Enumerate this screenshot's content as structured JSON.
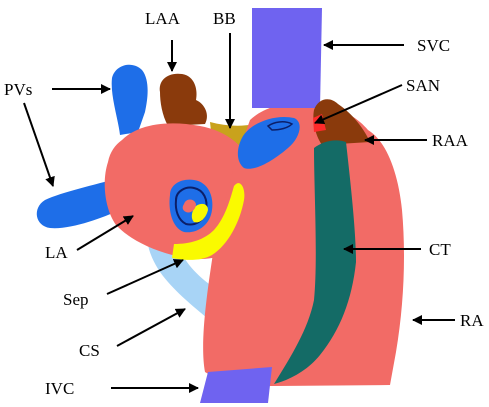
{
  "labels": {
    "laa": "LAA",
    "bb": "BB",
    "svc": "SVC",
    "pvs": "PVs",
    "san": "SAN",
    "raa": "RAA",
    "ct": "CT",
    "la": "LA",
    "sep": "Sep",
    "cs": "CS",
    "ra": "RA",
    "ivc": "IVC"
  },
  "colors": {
    "atria_tissue": "#f26b66",
    "veins": "#6f63f0",
    "pulmonary_veins": "#1e6ee8",
    "appendage": "#8a3a0c",
    "bachmann_bundle": "#c9a21c",
    "crista_terminalis": "#146b66",
    "septum": "#fafa00",
    "coronary_sinus": "#a8d4f6",
    "sinoatrial_node": "#ff2a2a",
    "arrow": "#000000"
  }
}
